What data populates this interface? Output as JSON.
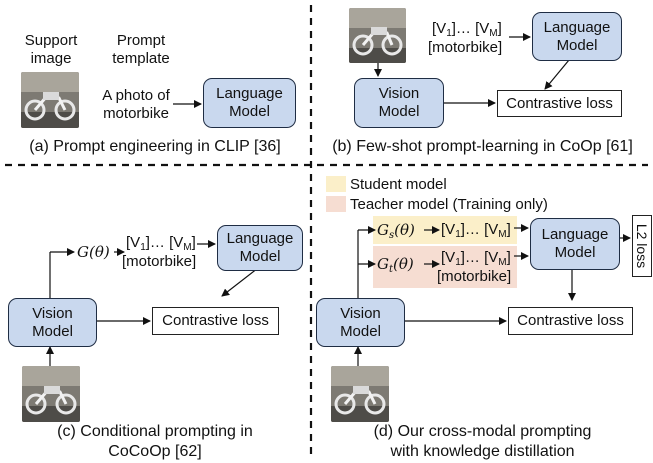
{
  "colors": {
    "model_fill": "#c9d8ee",
    "student_fill": "#fbefc9",
    "teacher_fill": "#f6ddd2"
  },
  "panel_a": {
    "support_label": "Support image",
    "support_l1": "Support",
    "support_l2": "image",
    "prompt_l1": "Prompt",
    "prompt_l2": "template",
    "template_l1": "A photo of",
    "template_l2": "motorbike",
    "language_l1": "Language",
    "language_l2": "Model",
    "caption": "(a) Prompt engineering in CLIP [36]"
  },
  "panel_b": {
    "tokens_prefix": "[V",
    "tok1_sub": "1",
    "tokens_mid": "]… [V",
    "tokM_sub": "M",
    "tokens_suffix": "]",
    "class_token": "[motorbike]",
    "language_l1": "Language",
    "language_l2": "Model",
    "vision_l1": "Vision",
    "vision_l2": "Model",
    "contrastive": "Contrastive loss",
    "caption": "(b) Few-shot prompt-learning in CoOp [61]"
  },
  "panel_c": {
    "generator": "G(θ)",
    "tokens_prefix": "[V",
    "tok1_sub": "1",
    "tokens_mid": "]… [V",
    "tokM_sub": "M",
    "tokens_suffix": "]",
    "class_token": "[motorbike]",
    "language_l1": "Language",
    "language_l2": "Model",
    "vision_l1": "Vision",
    "vision_l2": "Model",
    "contrastive": "Contrastive loss",
    "caption_l1": "(c) Conditional prompting in",
    "caption_l2": "CoCoOp [62]"
  },
  "panel_d": {
    "legend_student": "Student model",
    "legend_teacher": "Teacher model (Training only)",
    "gen_student": "G",
    "gen_student_sub": "s",
    "gen_teacher": "G",
    "gen_teacher_sub": "t",
    "gen_arg": "(θ)",
    "tokens_prefix": "[V",
    "tok1_sub": "1",
    "tokens_mid": "]… [V",
    "tokM_sub": "M",
    "tokens_suffix": "]",
    "class_token": "[motorbike]",
    "language_l1": "Language",
    "language_l2": "Model",
    "l2loss": "L2 loss",
    "vision_l1": "Vision",
    "vision_l2": "Model",
    "contrastive": "Contrastive loss",
    "caption_l1": "(d) Our cross-modal prompting",
    "caption_l2": "with knowledge distillation"
  }
}
